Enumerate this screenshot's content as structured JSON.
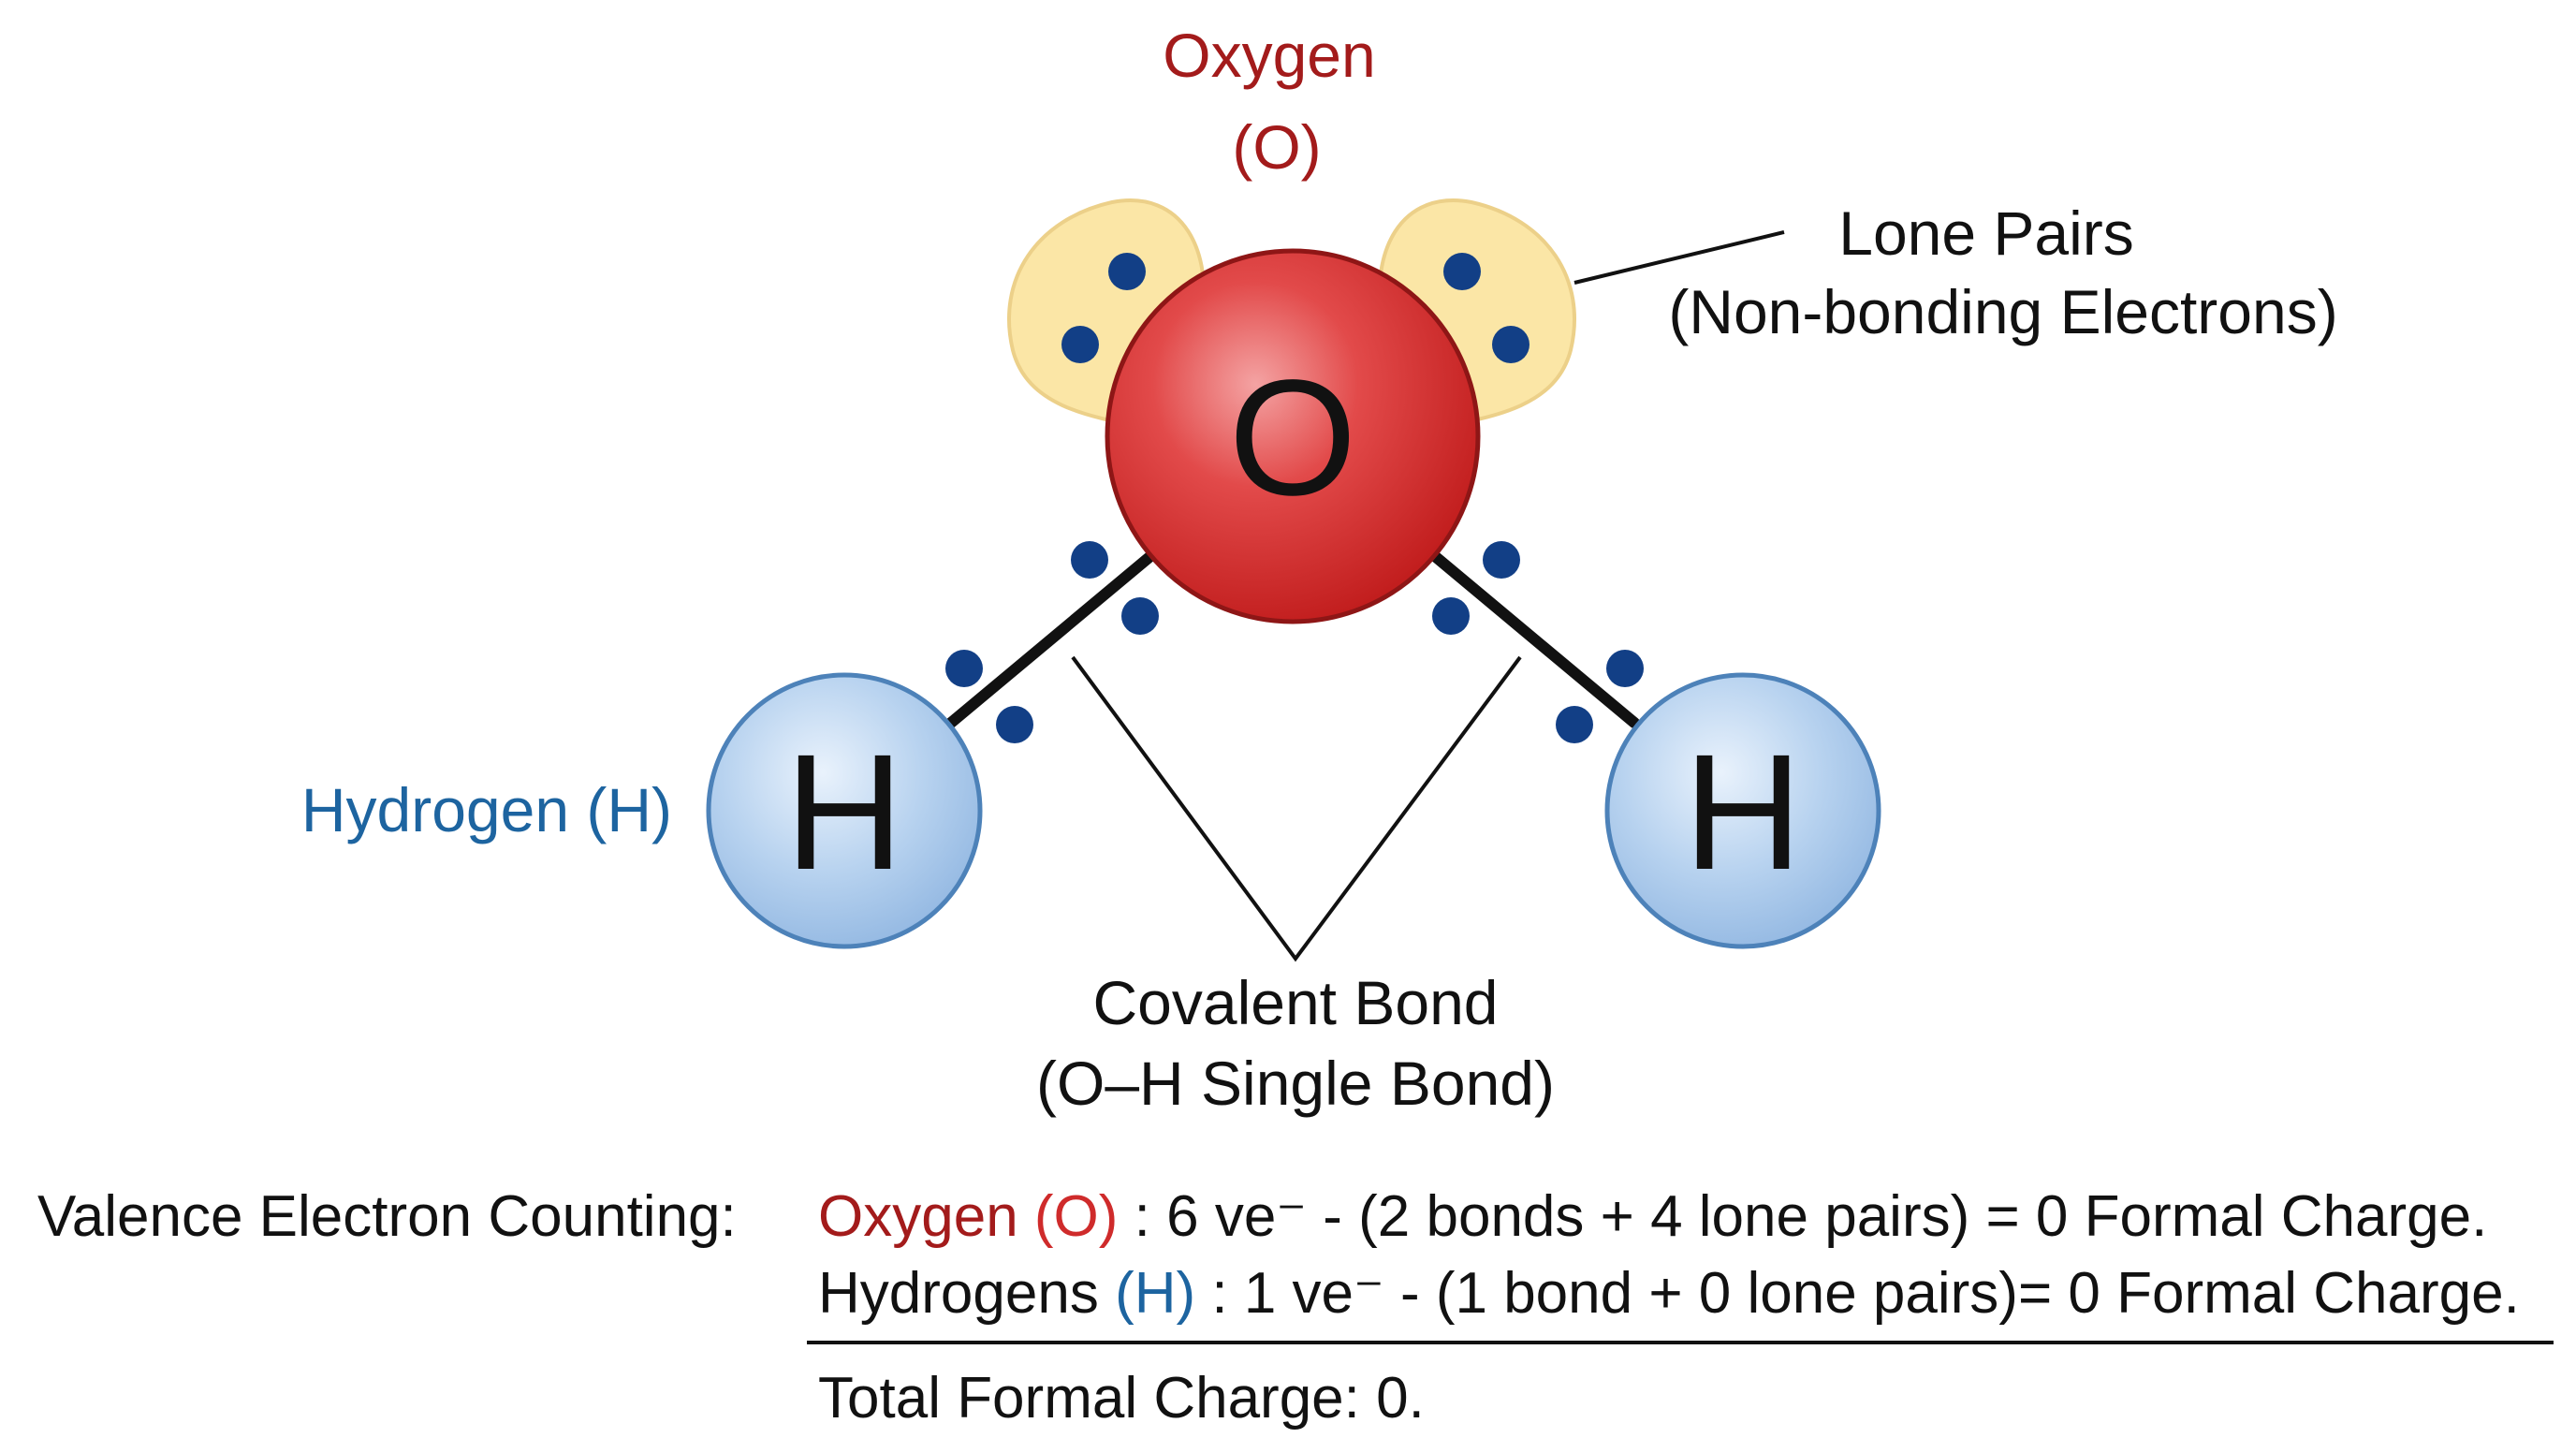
{
  "colors": {
    "oxygen": "#cf2b2b",
    "oxygen_text": "#a31b1b",
    "oxygen_edge": "#8e1616",
    "hydrogen": "#a9c8ea",
    "hydrogen_text": "#1d64a0",
    "hydrogen_edge": "#4d82b9",
    "lone_pair_lobe": "#fbe6a6",
    "lone_pair_edge": "#ecd089",
    "electron": "#123f86",
    "bond": "#111111",
    "text": "#111111"
  },
  "atoms": {
    "oxygen": {
      "symbol": "O",
      "name": "Oxygen",
      "symbol_label": "(O)"
    },
    "hydrogen_left": {
      "symbol": "H"
    },
    "hydrogen_right": {
      "symbol": "H"
    }
  },
  "labels": {
    "hydrogen": "Hydrogen (H)",
    "lone_pairs_line1": "Lone Pairs",
    "lone_pairs_line2": "(Non-bonding Electrons)",
    "covalent_line1": "Covalent Bond",
    "covalent_line2": "(O–H Single Bond)"
  },
  "counting": {
    "heading": "Valence Electron Counting:",
    "oxygen_line": {
      "name": "Oxygen",
      "symbol": "(O)",
      "text": ": 6 ve⁻ - (2 bonds + 4 lone pairs) = 0 Formal Charge."
    },
    "hydrogen_line": {
      "name": "Hydrogens",
      "symbol": "(H)",
      "text": ": 1 ve⁻ - (1 bond + 0 lone pairs)= 0 Formal Charge."
    },
    "total": "Total Formal Charge: 0."
  }
}
